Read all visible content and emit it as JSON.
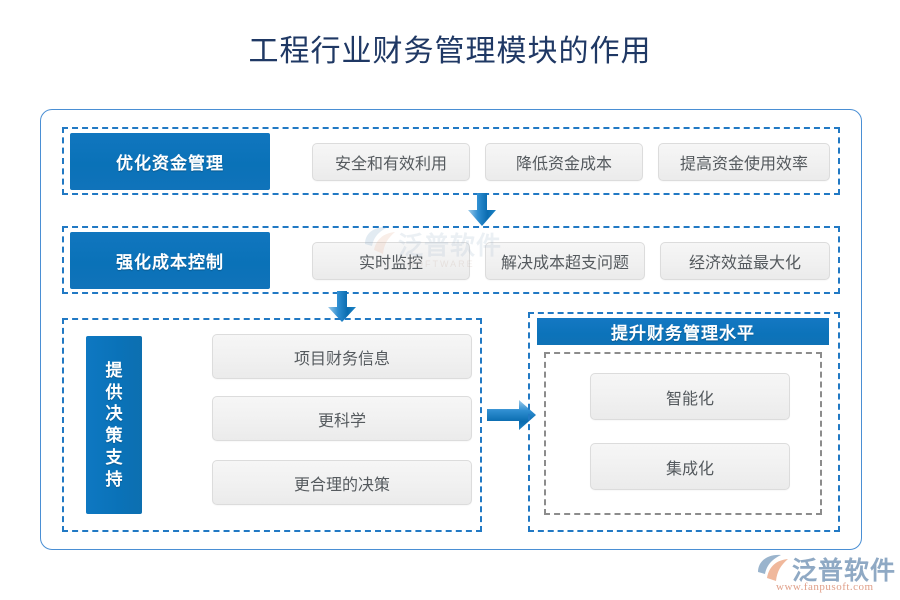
{
  "page": {
    "title": "工程行业财务管理模块的作用"
  },
  "diagram": {
    "type": "flow-diagram",
    "rows": [
      {
        "id": "row-1",
        "label": "优化资金管理",
        "items": [
          "安全和有效利用",
          "降低资金成本",
          "提高资金使用效率"
        ]
      },
      {
        "id": "row-2",
        "label": "强化成本控制",
        "items": [
          "实时监控",
          "解决成本超支问题",
          "经济效益最大化"
        ]
      },
      {
        "id": "row-3",
        "label": "提供决策支持",
        "label_chars": [
          "提",
          "供",
          "决",
          "策",
          "支",
          "持"
        ],
        "items": [
          "项目财务信息",
          "更科学",
          "更合理的决策"
        ]
      },
      {
        "id": "row-4",
        "label": "提升财务管理水平",
        "items": [
          "智能化",
          "集成化"
        ]
      }
    ],
    "connectors": [
      {
        "name": "arrow-down-row1-to-row2",
        "direction": "down"
      },
      {
        "name": "arrow-down-row2-to-row3",
        "direction": "down"
      },
      {
        "name": "arrow-right-row3-to-row4",
        "direction": "right"
      }
    ]
  },
  "watermark": {
    "text": "泛普软件",
    "subtext": "SOFTWARE"
  },
  "logo": {
    "name": "泛普软件",
    "url": "www.fanpusoft.com"
  },
  "colors": {
    "title": "#1f3864",
    "accent_blue": "#0a72b8",
    "frame_blue": "#4a8fd4",
    "dashed_blue": "#2179c4",
    "dashed_gray": "#8c8c8c",
    "box_gray": "#f1f1f1",
    "box_text": "#555a5e"
  }
}
